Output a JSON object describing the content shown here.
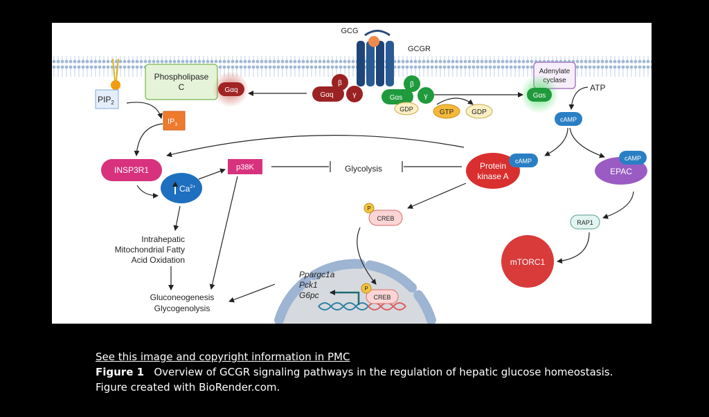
{
  "figure": {
    "labels": {
      "gcg": "GCG",
      "gcgr": "GCGR",
      "plc_line1": "Phospholipase",
      "plc_line2": "C",
      "pip2": "PIP",
      "pip2_sub": "2",
      "ip3": "IP",
      "ip3_sub": "3",
      "gaq": "Gαq",
      "gaq_complex": "Gαq",
      "beta": "β",
      "gamma": "γ",
      "gas_complex": "Gαs",
      "gdp_complex": "GDP",
      "gtp": "GTP",
      "gdp": "GDP",
      "adenylate_line1": "Adenylate",
      "adenylate_line2": "cyclase",
      "gas": "Gαs",
      "atp": "ATP",
      "camp_main": "cAMP",
      "camp_pka": "cAMP",
      "camp_epac": "cAMP",
      "insp3r1": "INSP3R1",
      "ca": "Ca",
      "ca_sup": "2+",
      "p38k": "p38K",
      "glycolysis": "Glycolysis",
      "pka_line1": "Protein",
      "pka_line2": "kinase A",
      "epac": "EPAC",
      "p": "P",
      "creb": "CREB",
      "rap1": "RAP1",
      "mtorc1": "mTORC1",
      "fao_line1": "Intrahepatic",
      "fao_line2": "Mitochondrial Fatty",
      "fao_line3": "Acid Oxidation",
      "gng_line1": "Gluconeogenesis",
      "gng_line2": "Glycogenolysis",
      "gene1": "Ppargc1a",
      "gene2": "Pck1",
      "gene3": "G6pc",
      "p_nuc": "P",
      "creb_nuc": "CREB"
    }
  },
  "caption": {
    "link": "See this image and copyright information in PMC",
    "figure_label": "Figure 1",
    "text": "Overview of GCGR signaling pathways in the regulation of hepatic glucose homeostasis. Figure created with BioRender.com."
  }
}
